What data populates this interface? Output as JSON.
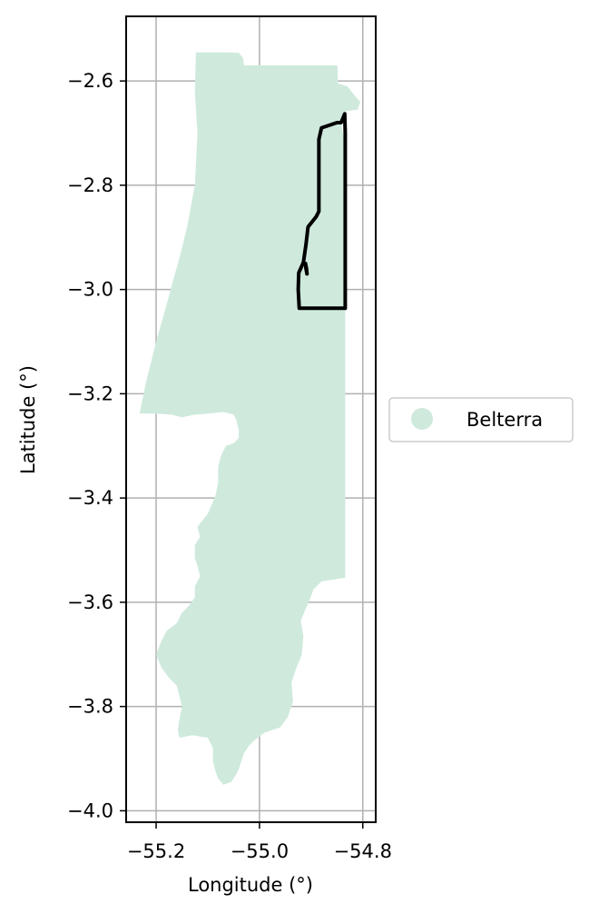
{
  "chart_data": {
    "type": "map",
    "xlabel": "Longitude (°)",
    "ylabel": "Latitude (°)",
    "xlim": [
      -55.258,
      -54.775
    ],
    "ylim": [
      -4.022,
      -2.476
    ],
    "xticks": [
      -55.2,
      -55.0,
      -54.8
    ],
    "yticks": [
      -2.6,
      -2.8,
      -3.0,
      -3.2,
      -3.4,
      -3.6,
      -3.8,
      -4.0
    ],
    "xtick_labels": [
      "−55.2",
      "−55.0",
      "−54.8"
    ],
    "ytick_labels": [
      "−2.6",
      "−2.8",
      "−3.0",
      "−3.2",
      "−3.4",
      "−3.6",
      "−3.8",
      "−4.0"
    ],
    "grid": true,
    "legend": {
      "position": "right",
      "entries": [
        {
          "label": "Belterra",
          "color": "#cfeadd"
        }
      ]
    },
    "regions": [
      {
        "name": "Belterra",
        "color": "#cfeadd",
        "boundary": [
          [
            -55.123,
            -2.545
          ],
          [
            -55.065,
            -2.545
          ],
          [
            -55.04,
            -2.546
          ],
          [
            -55.032,
            -2.555
          ],
          [
            -55.03,
            -2.57
          ],
          [
            -54.971,
            -2.57
          ],
          [
            -54.903,
            -2.57
          ],
          [
            -54.849,
            -2.57
          ],
          [
            -54.848,
            -2.605
          ],
          [
            -54.83,
            -2.61
          ],
          [
            -54.818,
            -2.625
          ],
          [
            -54.805,
            -2.64
          ],
          [
            -54.81,
            -2.655
          ],
          [
            -54.833,
            -2.658
          ],
          [
            -54.842,
            -2.68
          ],
          [
            -54.834,
            -2.725
          ],
          [
            -54.834,
            -2.8
          ],
          [
            -54.834,
            -2.9
          ],
          [
            -54.834,
            -3.0
          ],
          [
            -54.834,
            -3.15
          ],
          [
            -54.834,
            -3.3
          ],
          [
            -54.834,
            -3.45
          ],
          [
            -54.834,
            -3.553
          ],
          [
            -54.88,
            -3.56
          ],
          [
            -54.895,
            -3.575
          ],
          [
            -54.905,
            -3.6
          ],
          [
            -54.92,
            -3.635
          ],
          [
            -54.915,
            -3.665
          ],
          [
            -54.918,
            -3.7
          ],
          [
            -54.93,
            -3.73
          ],
          [
            -54.938,
            -3.755
          ],
          [
            -54.935,
            -3.79
          ],
          [
            -54.945,
            -3.82
          ],
          [
            -54.96,
            -3.84
          ],
          [
            -54.99,
            -3.85
          ],
          [
            -55.01,
            -3.865
          ],
          [
            -55.02,
            -3.875
          ],
          [
            -55.03,
            -3.89
          ],
          [
            -55.035,
            -3.905
          ],
          [
            -55.04,
            -3.92
          ],
          [
            -55.045,
            -3.93
          ],
          [
            -55.055,
            -3.945
          ],
          [
            -55.07,
            -3.95
          ],
          [
            -55.08,
            -3.938
          ],
          [
            -55.085,
            -3.925
          ],
          [
            -55.09,
            -3.905
          ],
          [
            -55.09,
            -3.88
          ],
          [
            -55.1,
            -3.86
          ],
          [
            -55.13,
            -3.855
          ],
          [
            -55.155,
            -3.86
          ],
          [
            -55.158,
            -3.845
          ],
          [
            -55.155,
            -3.825
          ],
          [
            -55.15,
            -3.8
          ],
          [
            -55.155,
            -3.78
          ],
          [
            -55.16,
            -3.76
          ],
          [
            -55.175,
            -3.745
          ],
          [
            -55.19,
            -3.725
          ],
          [
            -55.2,
            -3.7
          ],
          [
            -55.19,
            -3.675
          ],
          [
            -55.18,
            -3.655
          ],
          [
            -55.16,
            -3.64
          ],
          [
            -55.15,
            -3.62
          ],
          [
            -55.135,
            -3.605
          ],
          [
            -55.125,
            -3.59
          ],
          [
            -55.125,
            -3.57
          ],
          [
            -55.115,
            -3.55
          ],
          [
            -55.12,
            -3.53
          ],
          [
            -55.125,
            -3.515
          ],
          [
            -55.125,
            -3.49
          ],
          [
            -55.115,
            -3.475
          ],
          [
            -55.12,
            -3.455
          ],
          [
            -55.1,
            -3.43
          ],
          [
            -55.085,
            -3.395
          ],
          [
            -55.08,
            -3.37
          ],
          [
            -55.08,
            -3.34
          ],
          [
            -55.075,
            -3.32
          ],
          [
            -55.065,
            -3.3
          ],
          [
            -55.05,
            -3.295
          ],
          [
            -55.04,
            -3.285
          ],
          [
            -55.04,
            -3.27
          ],
          [
            -55.045,
            -3.25
          ],
          [
            -55.05,
            -3.24
          ],
          [
            -55.07,
            -3.235
          ],
          [
            -55.1,
            -3.238
          ],
          [
            -55.125,
            -3.24
          ],
          [
            -55.15,
            -3.245
          ],
          [
            -55.17,
            -3.24
          ],
          [
            -55.2,
            -3.238
          ],
          [
            -55.232,
            -3.238
          ],
          [
            -55.22,
            -3.18
          ],
          [
            -55.2,
            -3.1
          ],
          [
            -55.18,
            -3.03
          ],
          [
            -55.165,
            -2.975
          ],
          [
            -55.155,
            -2.94
          ],
          [
            -55.14,
            -2.88
          ],
          [
            -55.125,
            -2.8
          ],
          [
            -55.12,
            -2.7
          ],
          [
            -55.125,
            -2.62
          ],
          [
            -55.123,
            -2.545
          ]
        ]
      }
    ],
    "outlines": [
      {
        "name": "study-area-outline",
        "color": "#000000",
        "path": [
          [
            -54.835,
            -2.663
          ],
          [
            -54.842,
            -2.68
          ],
          [
            -54.85,
            -2.68
          ],
          [
            -54.88,
            -2.69
          ],
          [
            -54.885,
            -2.712
          ],
          [
            -54.885,
            -2.85
          ],
          [
            -54.89,
            -2.86
          ],
          [
            -54.906,
            -2.88
          ],
          [
            -54.91,
            -2.914
          ],
          [
            -54.915,
            -2.948
          ],
          [
            -54.924,
            -2.968
          ],
          [
            -54.925,
            -3.0
          ],
          [
            -54.923,
            -3.036
          ],
          [
            -54.834,
            -3.036
          ],
          [
            -54.834,
            -3.0
          ],
          [
            -54.834,
            -2.9
          ],
          [
            -54.834,
            -2.8
          ],
          [
            -54.834,
            -2.7
          ],
          [
            -54.835,
            -2.663
          ]
        ]
      },
      {
        "name": "small-inner-outline",
        "color": "#000000",
        "path": [
          [
            -54.911,
            -2.95
          ],
          [
            -54.909,
            -2.96
          ],
          [
            -54.908,
            -2.97
          ],
          [
            -54.91,
            -2.96
          ],
          [
            -54.911,
            -2.95
          ]
        ]
      }
    ]
  }
}
